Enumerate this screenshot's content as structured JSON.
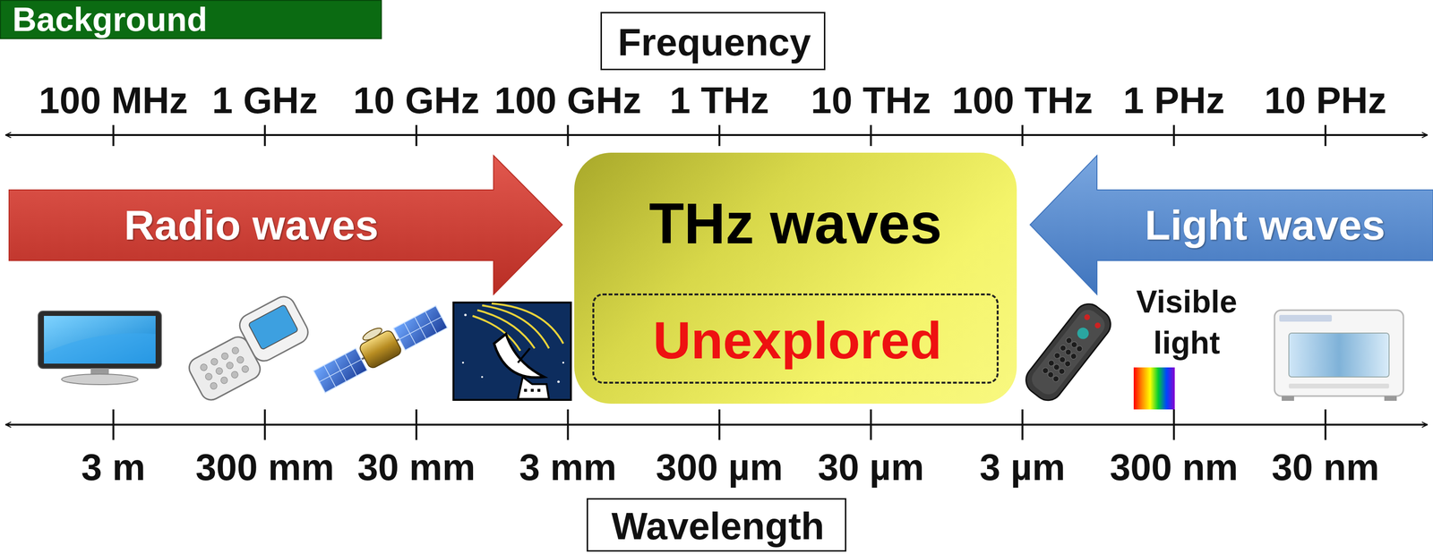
{
  "diagram": {
    "title": "Background",
    "nodes": [
      {
        "text": [
          "Frequency"
        ]
      },
      {
        "text": [
          "Radio waves"
        ]
      },
      {
        "text": [
          "THz waves"
        ]
      },
      {
        "text": [
          "Unexplored"
        ],
        "in": 2
      },
      {
        "text": [
          "Light waves"
        ]
      },
      {
        "text": [
          "Wavelength"
        ]
      }
    ],
    "labels": [
      "100 MHz",
      "1 GHz",
      "10 GHz",
      "100 GHz",
      "1 THz",
      "10 THz",
      "100 THz",
      "1 PHz",
      "10 PHz",
      "3 m",
      "300 mm",
      "30 mm",
      "3 mm",
      "300 µm",
      "30 µm",
      "3 µm",
      "300 nm",
      "30 nm",
      "Visible light"
    ]
  }
}
